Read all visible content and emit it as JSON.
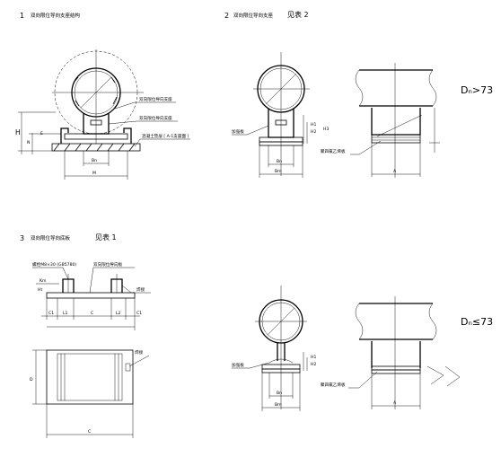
{
  "figure1": {
    "number": "1",
    "title": "双向限位导向支座结构",
    "callout_1": "双向限位导向支座",
    "callout_2": "双向限位导向支座",
    "callout_3": "混凝土垫层 [ A-1支座面 ]",
    "dim_h": "H",
    "dim_n": "N",
    "dim_m": "M",
    "dim_b": "Bn",
    "dim_e": "E"
  },
  "figure2": {
    "number": "2",
    "title": "双向限位导向支座",
    "subtitle": "见表 2",
    "callout_left": "加强板",
    "callout_bottom": "聚四氟乙烯板",
    "dim_a": "Bn",
    "dim_b": "Bm",
    "dim_c": "A",
    "label_h1": "H1",
    "label_h2": "H2",
    "label_h3": "H3",
    "dn_label": "Dₙ>73"
  },
  "figure3": {
    "number": "3",
    "title": "双向限位导向底板",
    "subtitle": "见表 1",
    "callout_top_left": "螺栓M8×30 (GB5780)",
    "callout_top_right": "双向限位导向板",
    "callout_right": "焊接",
    "label_km": "Km",
    "label_ht": "Ht",
    "dim_c1_left": "C1",
    "dim_l1": "L1",
    "dim_c": "C",
    "dim_l2": "L2",
    "dim_c1_right": "C1",
    "dim_bottom": "C",
    "dim_side": "D"
  },
  "figure4": {
    "callout_left": "加强板",
    "callout_bottom": "聚四氟乙烯板",
    "dim_a": "Bn",
    "dim_b": "Bm",
    "dim_c": "A",
    "label_h1": "H1",
    "label_h2": "H2",
    "dn_label": "Dₙ≤73"
  }
}
